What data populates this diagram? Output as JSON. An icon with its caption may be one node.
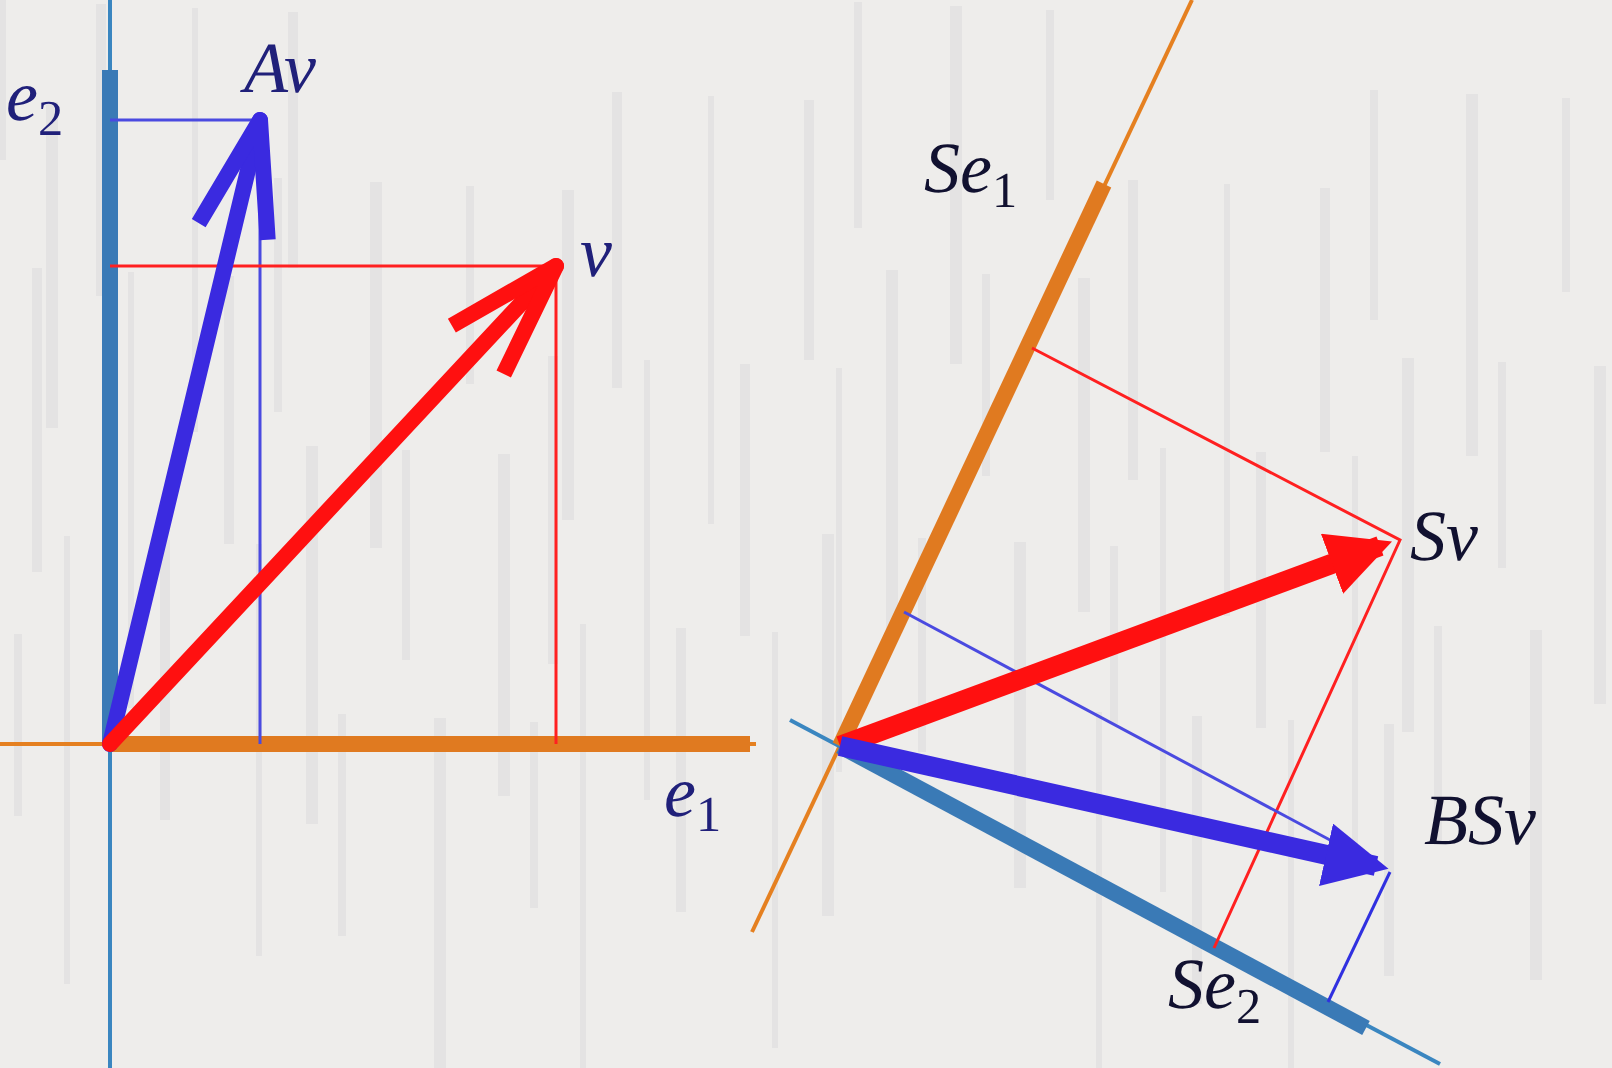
{
  "diagram": {
    "labels": [
      "e$_{2}$",
      "Av",
      "v",
      "e$_{1}$",
      "Se$_{1}$",
      "Sv",
      "BSv",
      "Se$_{2}$"
    ]
  }
}
